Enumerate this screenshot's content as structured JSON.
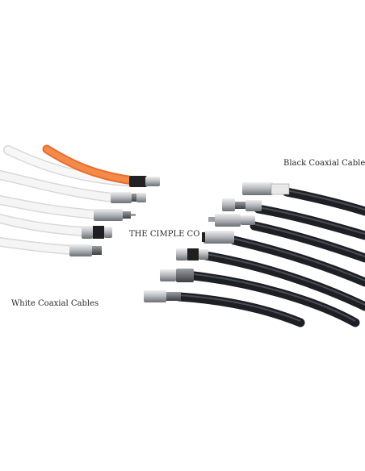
{
  "labels": {
    "black_cables": "Black Coaxial Cables",
    "brand": "THE CIMPLE CO",
    "white_cables": "White Coaxial Cables"
  },
  "colors": {
    "background": "#ffffff",
    "white_cable": "#f2f2f2",
    "white_cable_edge": "#cfcfcf",
    "orange_cable": "#f07c3a",
    "black_cable": "#1d1f24",
    "connector_metal": "#b9bcc0",
    "connector_dark": "#5a5d61",
    "label_text": "#2a2a2a"
  },
  "scene": {
    "white_cable_count": 5,
    "orange_cable_count": 1,
    "black_cable_count": 7
  }
}
